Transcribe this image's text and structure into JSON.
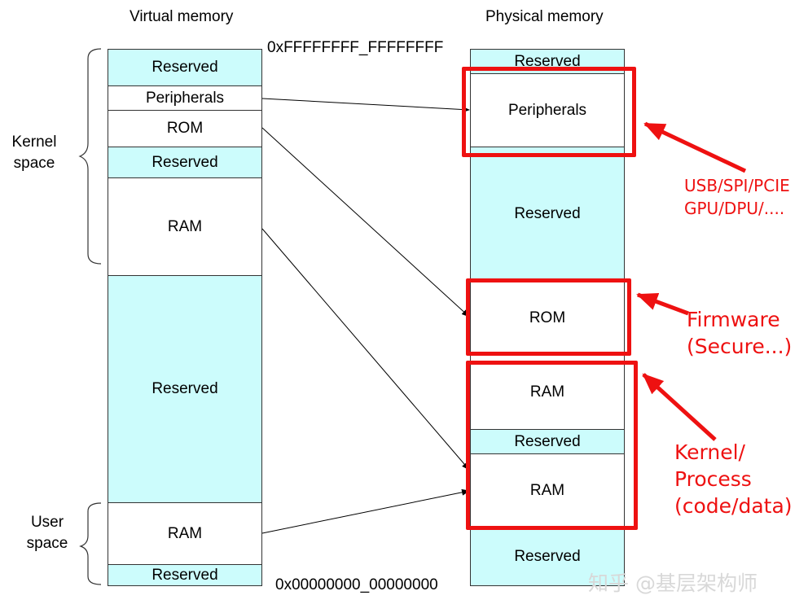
{
  "virtual": {
    "title": "Virtual memory",
    "blocks": [
      {
        "label": "Reserved",
        "color": "cyan"
      },
      {
        "label": "Peripherals",
        "color": "white"
      },
      {
        "label": "ROM",
        "color": "white"
      },
      {
        "label": "Reserved",
        "color": "cyan"
      },
      {
        "label": "RAM",
        "color": "white"
      },
      {
        "label": "Reserved",
        "color": "cyan"
      },
      {
        "label": "RAM",
        "color": "white"
      },
      {
        "label": "Reserved",
        "color": "cyan"
      }
    ],
    "kernel_label": [
      "Kernel",
      "space"
    ],
    "user_label": [
      "User",
      "space"
    ]
  },
  "physical": {
    "title": "Physical memory",
    "blocks": [
      {
        "label": "Reserved",
        "color": "cyan"
      },
      {
        "label": "Peripherals",
        "color": "white"
      },
      {
        "label": "Reserved",
        "color": "cyan"
      },
      {
        "label": "ROM",
        "color": "white"
      },
      {
        "label": "RAM",
        "color": "white"
      },
      {
        "label": "Reserved",
        "color": "cyan"
      },
      {
        "label": "RAM",
        "color": "white"
      },
      {
        "label": "Reserved",
        "color": "cyan"
      }
    ]
  },
  "addresses": {
    "top": "0xFFFFFFFF_FFFFFFFF",
    "bottom": "0x00000000_00000000"
  },
  "annotations": {
    "peripherals": [
      "USB/SPI/PCIE",
      "GPU/DPU/...."
    ],
    "firmware": [
      "Firmware",
      "(Secure...)"
    ],
    "kernel": [
      "Kernel/",
      "Process",
      "(code/data)"
    ]
  },
  "watermark": "知乎 @基层架构师",
  "colors": {
    "cyan": "#ccfcfc",
    "highlight": "#ee1111"
  }
}
